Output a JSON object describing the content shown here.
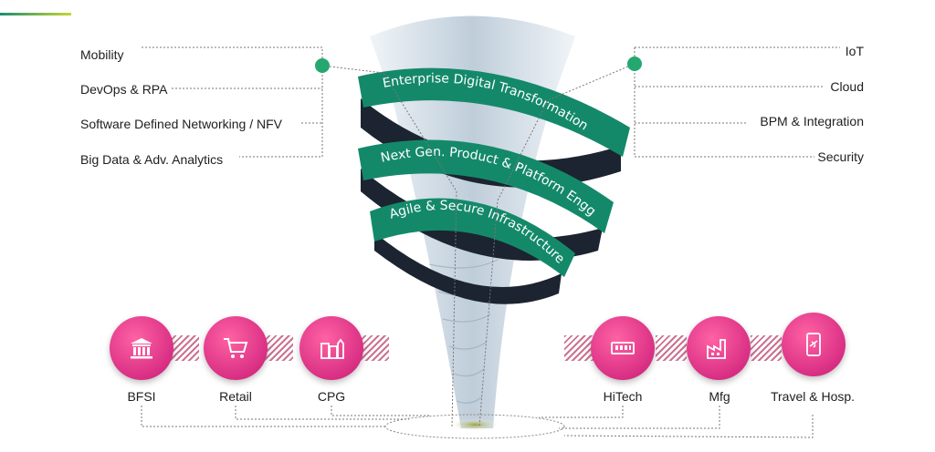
{
  "left_topics": [
    "Mobility",
    "DevOps & RPA",
    "Software Defined Networking / NFV",
    "Big Data &  Adv. Analytics"
  ],
  "right_topics": [
    "IoT",
    "Cloud",
    "BPM & Integration",
    "Security"
  ],
  "bands": [
    "Enterprise Digital Transformation",
    "Next Gen. Product & Platform Engg.",
    "Agile & Secure Infrastructure"
  ],
  "industries": [
    {
      "label": "BFSI",
      "icon": "bank-icon"
    },
    {
      "label": "Retail",
      "icon": "shopping-cart-icon"
    },
    {
      "label": "CPG",
      "icon": "consumer-goods-icon"
    },
    {
      "label": "HiTech",
      "icon": "circuit-chip-icon"
    },
    {
      "label": "Mfg",
      "icon": "factory-icon"
    },
    {
      "label": "Travel & Hosp.",
      "icon": "mobile-travel-icon"
    }
  ],
  "colors": {
    "band": "#14896a",
    "band_dark": "#0c6a52",
    "ribbon_back": "#1b2430",
    "industry": "#e0348a",
    "accent_dot": "#25a86f"
  }
}
